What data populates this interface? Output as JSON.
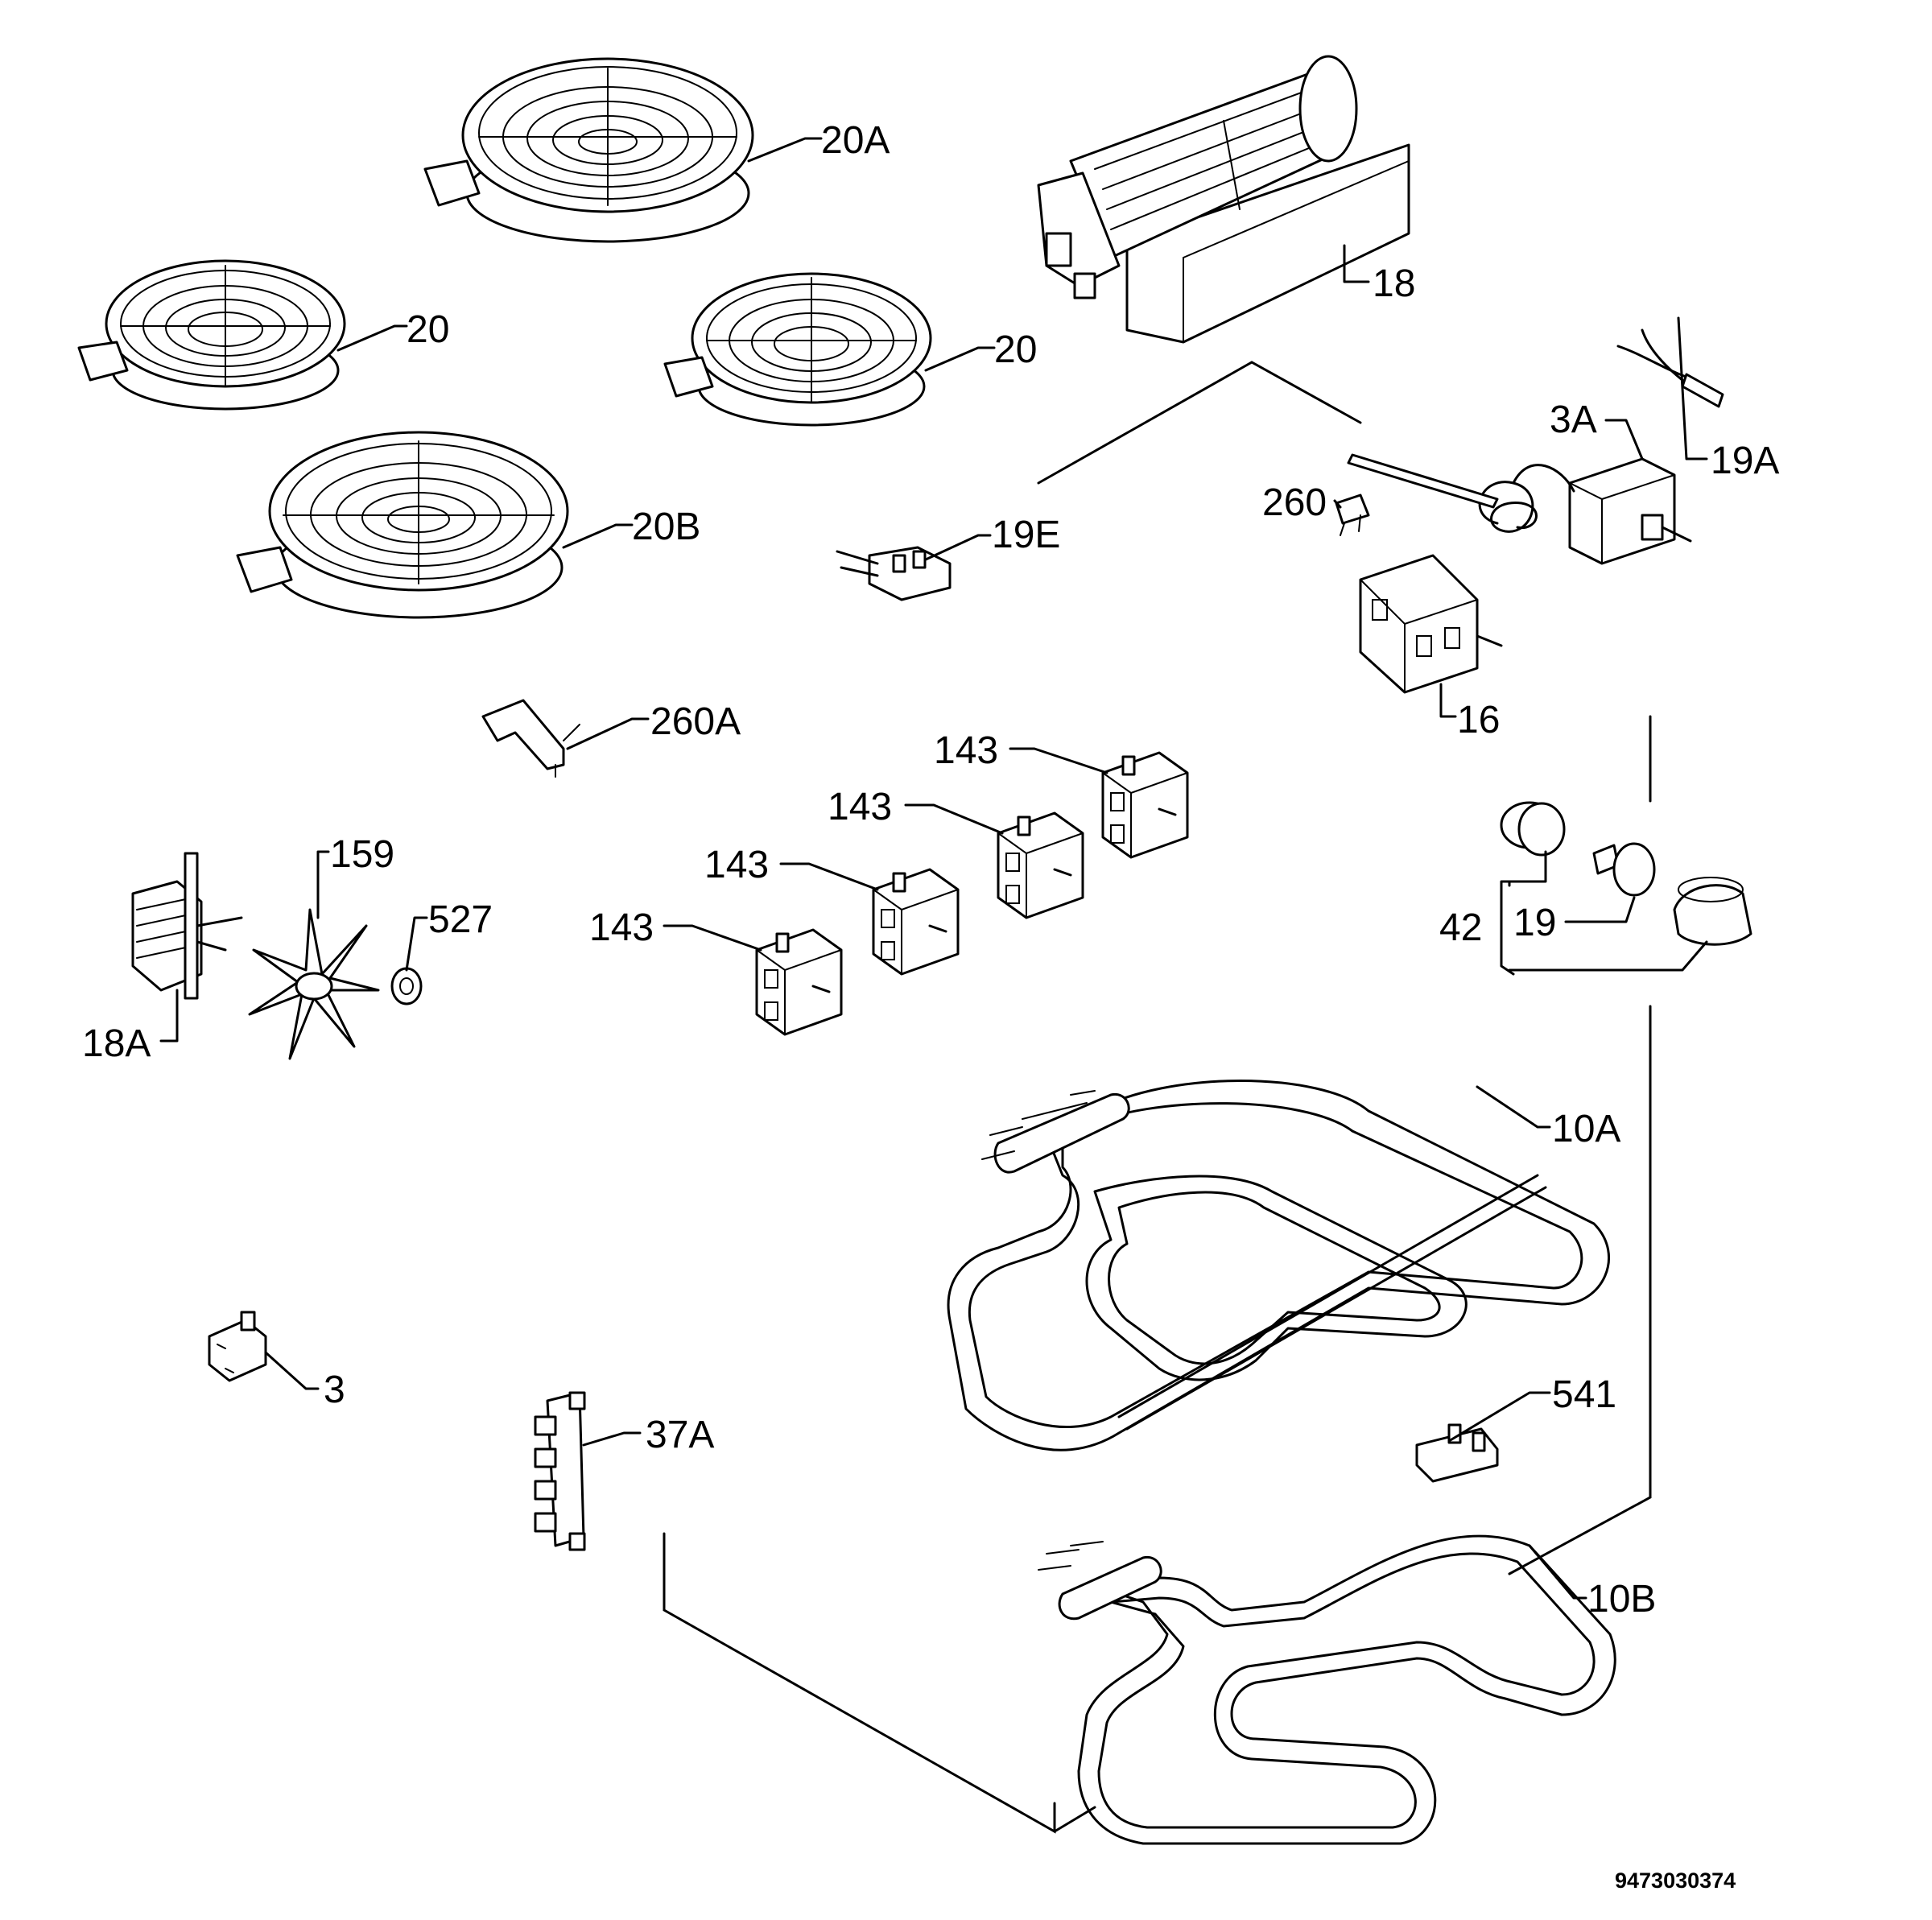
{
  "labels": {
    "p20a": "20A",
    "p20_left": "20",
    "p20_right": "20",
    "p20b": "20B",
    "p18": "18",
    "p3a": "3A",
    "p19a": "19A",
    "p260": "260",
    "p19e": "19E",
    "p16": "16",
    "p260a": "260A",
    "p143_1": "143",
    "p143_2": "143",
    "p143_3": "143",
    "p143_4": "143",
    "p159": "159",
    "p527": "527",
    "p18a": "18A",
    "p42": "42",
    "p19": "19",
    "p10a": "10A",
    "p541": "541",
    "p3": "3",
    "p37a": "37A",
    "p10b": "10B"
  },
  "document_number": "9473030374"
}
